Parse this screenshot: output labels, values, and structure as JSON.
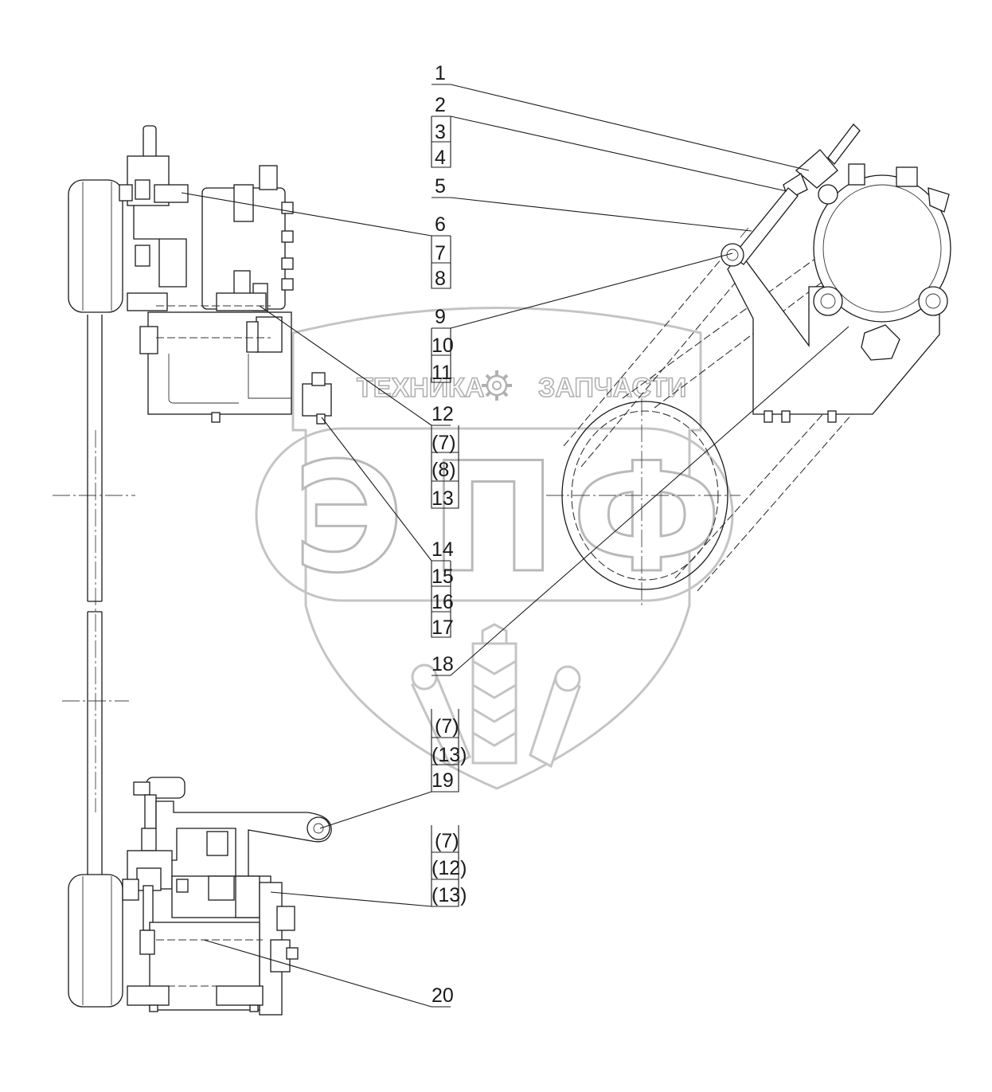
{
  "callouts": [
    {
      "id": "c1",
      "text": "1"
    },
    {
      "id": "c2",
      "text": "2"
    },
    {
      "id": "c3",
      "text": "3"
    },
    {
      "id": "c4",
      "text": "4"
    },
    {
      "id": "c5",
      "text": "5"
    },
    {
      "id": "c6",
      "text": "6"
    },
    {
      "id": "c7",
      "text": "7"
    },
    {
      "id": "c8",
      "text": "8"
    },
    {
      "id": "c9",
      "text": "9"
    },
    {
      "id": "c10",
      "text": "10"
    },
    {
      "id": "c11",
      "text": "11"
    },
    {
      "id": "c12",
      "text": "12"
    },
    {
      "id": "c12a",
      "text": "(7)"
    },
    {
      "id": "c12b",
      "text": "(8)"
    },
    {
      "id": "c13",
      "text": "13"
    },
    {
      "id": "c14",
      "text": "14"
    },
    {
      "id": "c15",
      "text": "15"
    },
    {
      "id": "c16",
      "text": "16"
    },
    {
      "id": "c17",
      "text": "17"
    },
    {
      "id": "c18",
      "text": "18"
    },
    {
      "id": "c18a",
      "text": "(7)"
    },
    {
      "id": "c18b",
      "text": "(13)"
    },
    {
      "id": "c19",
      "text": "19"
    },
    {
      "id": "c19a",
      "text": "(7)"
    },
    {
      "id": "c19b",
      "text": "(12)"
    },
    {
      "id": "c19c",
      "text": "(13)"
    },
    {
      "id": "c20",
      "text": "20"
    }
  ],
  "watermark": {
    "top_text_left": "ТЕХНИКА",
    "top_text_right": "ЗАПЧАСТИ",
    "big_letter_1": "Э",
    "big_letter_2": "П",
    "big_letter_3": "Ф",
    "colors": {
      "outline": "#c4c4c4",
      "fill": "#ffffff"
    }
  },
  "icons": {
    "gear": "gear-icon",
    "wheat": "wheat-icon"
  }
}
